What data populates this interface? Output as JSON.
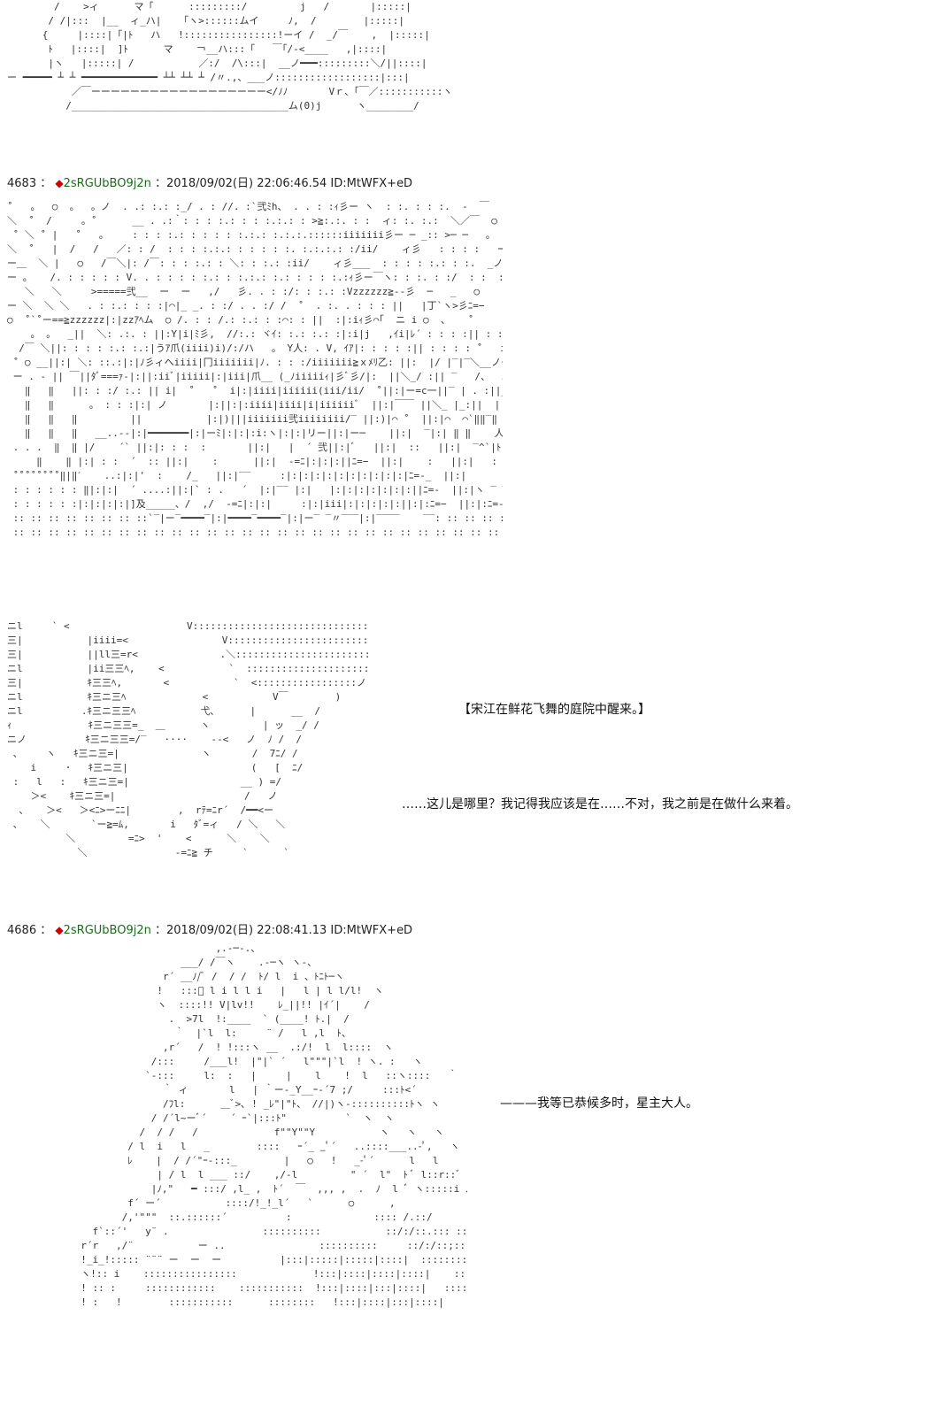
{
  "posts": [
    {
      "number": "4683",
      "separator": "：",
      "trip_mark": "◆",
      "name": "2sRGUbBO9j2n",
      "datetime": "：2018/09/02(日) 22:06:46.54 ID:MtWFX+eD"
    },
    {
      "number": "4686",
      "separator": "：",
      "trip_mark": "◆",
      "name": "2sRGUbBO9j2n",
      "datetime": "：2018/09/02(日) 22:08:41.13 ID:MtWFX+eD"
    }
  ],
  "dialogs": {
    "line1": "【宋江在鲜花飞舞的庭院中醒来。】",
    "line2": "……这儿是哪里？我记得我应该是在……不对，我之前是在做什么来着。",
    "line3": "———我等已恭候多时，星主大人。"
  },
  "colors": {
    "trip_mark": "#cc0000",
    "name": "#1a6b1a",
    "text": "#222222"
  }
}
